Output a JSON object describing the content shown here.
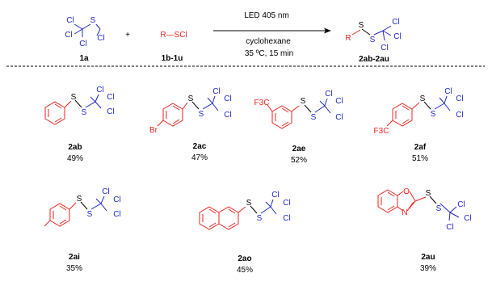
{
  "colors": {
    "red": "#e8251f",
    "blue": "#1f28c8",
    "black": "#000000"
  },
  "reagents": {
    "a": {
      "code": "1a",
      "atoms": {
        "s": "S",
        "cl1": "Cl",
        "cl2": "Cl",
        "cl3": "Cl",
        "cl4": "Cl"
      }
    },
    "b": {
      "code": "1b-1u",
      "formula": "R—SCl"
    },
    "plus": "+"
  },
  "conditions": {
    "line1": "LED 405 nm",
    "line2": "cyclohexane",
    "line3": "35 ºC, 15 min"
  },
  "product_general": {
    "code": "2ab-2au",
    "atoms": {
      "r": "R",
      "s1": "S",
      "s2": "S",
      "cl1": "Cl",
      "cl2": "Cl",
      "cl3": "Cl"
    }
  },
  "tail_atoms": {
    "s1": "S",
    "s2": "S",
    "cl1": "Cl",
    "cl2": "Cl",
    "cl3": "Cl"
  },
  "substituents": {
    "br": "Br",
    "cf3": "F3C",
    "n": "N",
    "o": "O"
  },
  "products": [
    {
      "code": "2ab",
      "yield": "49%"
    },
    {
      "code": "2ac",
      "yield": "47%"
    },
    {
      "code": "2ae",
      "yield": "52%"
    },
    {
      "code": "2af",
      "yield": "51%"
    },
    {
      "code": "2ai",
      "yield": "35%"
    },
    {
      "code": "2ao",
      "yield": "45%"
    },
    {
      "code": "2au",
      "yield": "39%"
    }
  ]
}
